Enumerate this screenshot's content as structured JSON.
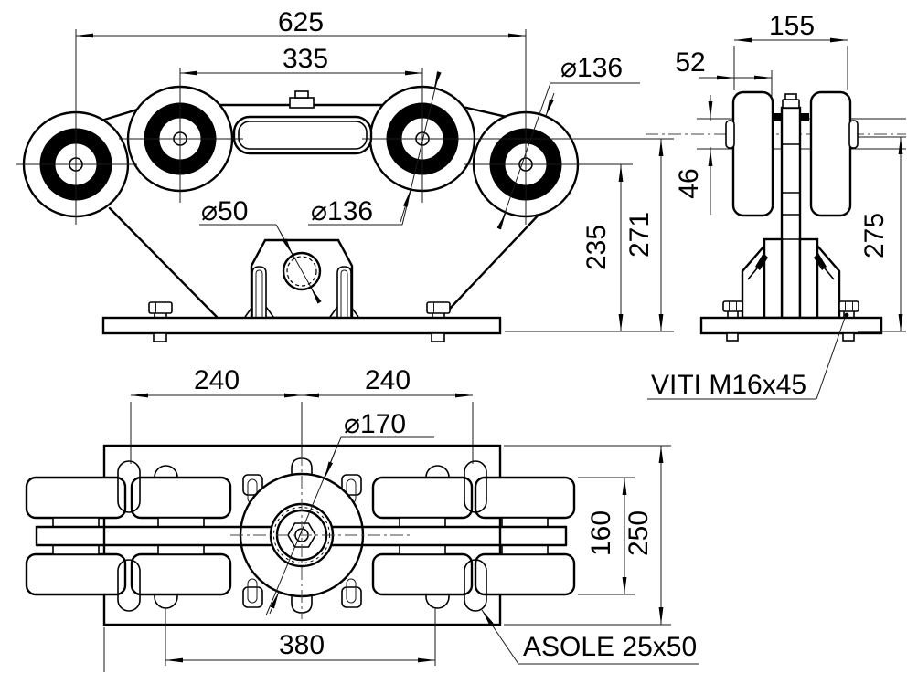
{
  "front_view": {
    "dim_total_width": "625",
    "dim_axle_spacing": "335",
    "dim_wheel_diameter_inner": "⌀136",
    "dim_wheel_diameter_outer": "⌀136",
    "dim_shaft_hole_diameter": "⌀50",
    "dim_height_lower_axle": "235",
    "dim_height_upper_axle": "271"
  },
  "side_view": {
    "dim_width": "155",
    "dim_wheel_width": "52",
    "dim_rail_height": "46",
    "dim_total_height": "275"
  },
  "top_view": {
    "dim_spacing_left": "240",
    "dim_spacing_right": "240",
    "dim_hub_diameter": "⌀170",
    "dim_wheel_span": "160",
    "dim_plate_depth": "250",
    "dim_slot_spacing": "380"
  },
  "callouts": {
    "screws": "VITI M16x45",
    "slots": "ASOLE 25x50"
  }
}
